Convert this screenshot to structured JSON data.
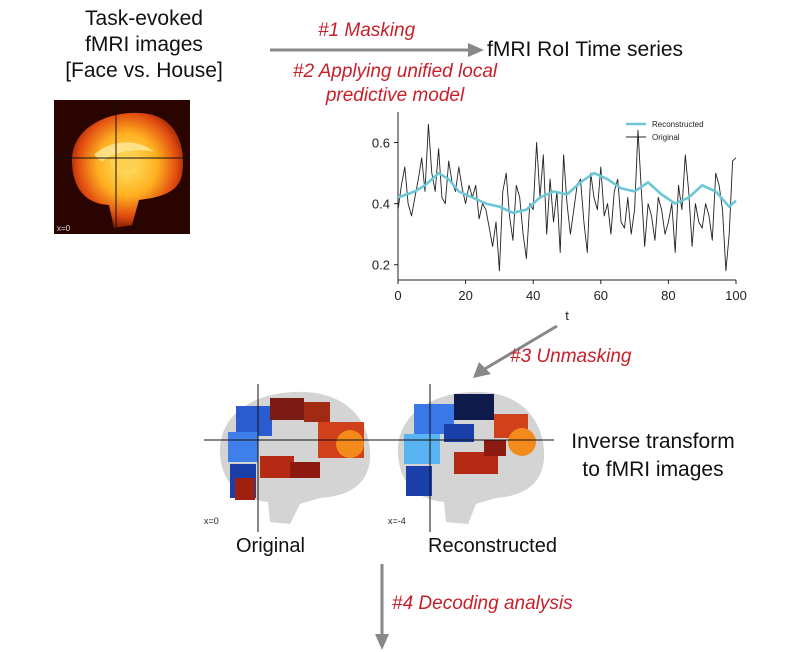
{
  "title_lines": [
    "Task-evoked",
    "fMRI images",
    "[Face vs. House]"
  ],
  "step1": "#1 Masking",
  "step2_lines": [
    "#2 Applying unified local",
    "predictive model"
  ],
  "rts_title": "fMRI RoI Time series",
  "step3": "#3 Unmasking",
  "inverse_lines": [
    "Inverse transform",
    "to fMRI images"
  ],
  "label_original": "Original",
  "label_reconstructed": "Reconstructed",
  "step4": "#4 Decoding analysis",
  "slice_top": "x=0",
  "slice_orig": "x=0",
  "slice_recon": "x=-4",
  "colors": {
    "accent_red": "#c8202a",
    "reconstructed": "#6cc7d6",
    "original": "#222222",
    "arrow": "#888888"
  },
  "chart_data": {
    "type": "line",
    "xlabel": "t",
    "ylabel": "",
    "xlim": [
      0,
      100
    ],
    "ylim": [
      0.15,
      0.7
    ],
    "xticks": [
      0,
      20,
      40,
      60,
      80,
      100
    ],
    "yticks": [
      0.2,
      0.4,
      0.6
    ],
    "legend_position": "top-right",
    "series": [
      {
        "name": "Reconstructed",
        "color": "#6cc7d6",
        "x": [
          0,
          5,
          8,
          12,
          15,
          18,
          22,
          26,
          30,
          34,
          38,
          42,
          46,
          50,
          54,
          58,
          62,
          66,
          70,
          74,
          78,
          82,
          86,
          90,
          94,
          98,
          100
        ],
        "y": [
          0.42,
          0.44,
          0.46,
          0.5,
          0.48,
          0.44,
          0.42,
          0.4,
          0.39,
          0.37,
          0.38,
          0.42,
          0.44,
          0.43,
          0.47,
          0.5,
          0.48,
          0.45,
          0.44,
          0.47,
          0.43,
          0.4,
          0.42,
          0.46,
          0.44,
          0.39,
          0.41
        ]
      },
      {
        "name": "Original",
        "color": "#222222",
        "x": [
          0,
          1,
          2,
          3,
          4,
          5,
          6,
          7,
          8,
          9,
          10,
          11,
          12,
          13,
          14,
          15,
          16,
          17,
          18,
          19,
          20,
          21,
          22,
          23,
          24,
          25,
          26,
          27,
          28,
          29,
          30,
          31,
          32,
          33,
          34,
          35,
          36,
          37,
          38,
          39,
          40,
          41,
          42,
          43,
          44,
          45,
          46,
          47,
          48,
          49,
          50,
          51,
          52,
          53,
          54,
          55,
          56,
          57,
          58,
          59,
          60,
          61,
          62,
          63,
          64,
          65,
          66,
          67,
          68,
          69,
          70,
          71,
          72,
          73,
          74,
          75,
          76,
          77,
          78,
          79,
          80,
          81,
          82,
          83,
          84,
          85,
          86,
          87,
          88,
          89,
          90,
          91,
          92,
          93,
          94,
          95,
          96,
          97,
          98,
          99,
          100
        ],
        "y": [
          0.38,
          0.46,
          0.52,
          0.4,
          0.36,
          0.42,
          0.48,
          0.55,
          0.44,
          0.66,
          0.5,
          0.44,
          0.58,
          0.42,
          0.4,
          0.54,
          0.47,
          0.44,
          0.52,
          0.45,
          0.4,
          0.46,
          0.42,
          0.46,
          0.35,
          0.4,
          0.38,
          0.32,
          0.26,
          0.34,
          0.18,
          0.44,
          0.5,
          0.36,
          0.28,
          0.46,
          0.42,
          0.3,
          0.22,
          0.4,
          0.38,
          0.6,
          0.42,
          0.56,
          0.3,
          0.48,
          0.34,
          0.44,
          0.24,
          0.56,
          0.4,
          0.3,
          0.38,
          0.46,
          0.48,
          0.34,
          0.24,
          0.5,
          0.42,
          0.38,
          0.52,
          0.36,
          0.4,
          0.3,
          0.44,
          0.48,
          0.34,
          0.32,
          0.42,
          0.3,
          0.38,
          0.64,
          0.44,
          0.26,
          0.4,
          0.36,
          0.28,
          0.42,
          0.38,
          0.3,
          0.34,
          0.4,
          0.24,
          0.46,
          0.38,
          0.56,
          0.44,
          0.26,
          0.4,
          0.34,
          0.32,
          0.4,
          0.36,
          0.28,
          0.5,
          0.46,
          0.38,
          0.18,
          0.3,
          0.54,
          0.55
        ]
      }
    ]
  }
}
